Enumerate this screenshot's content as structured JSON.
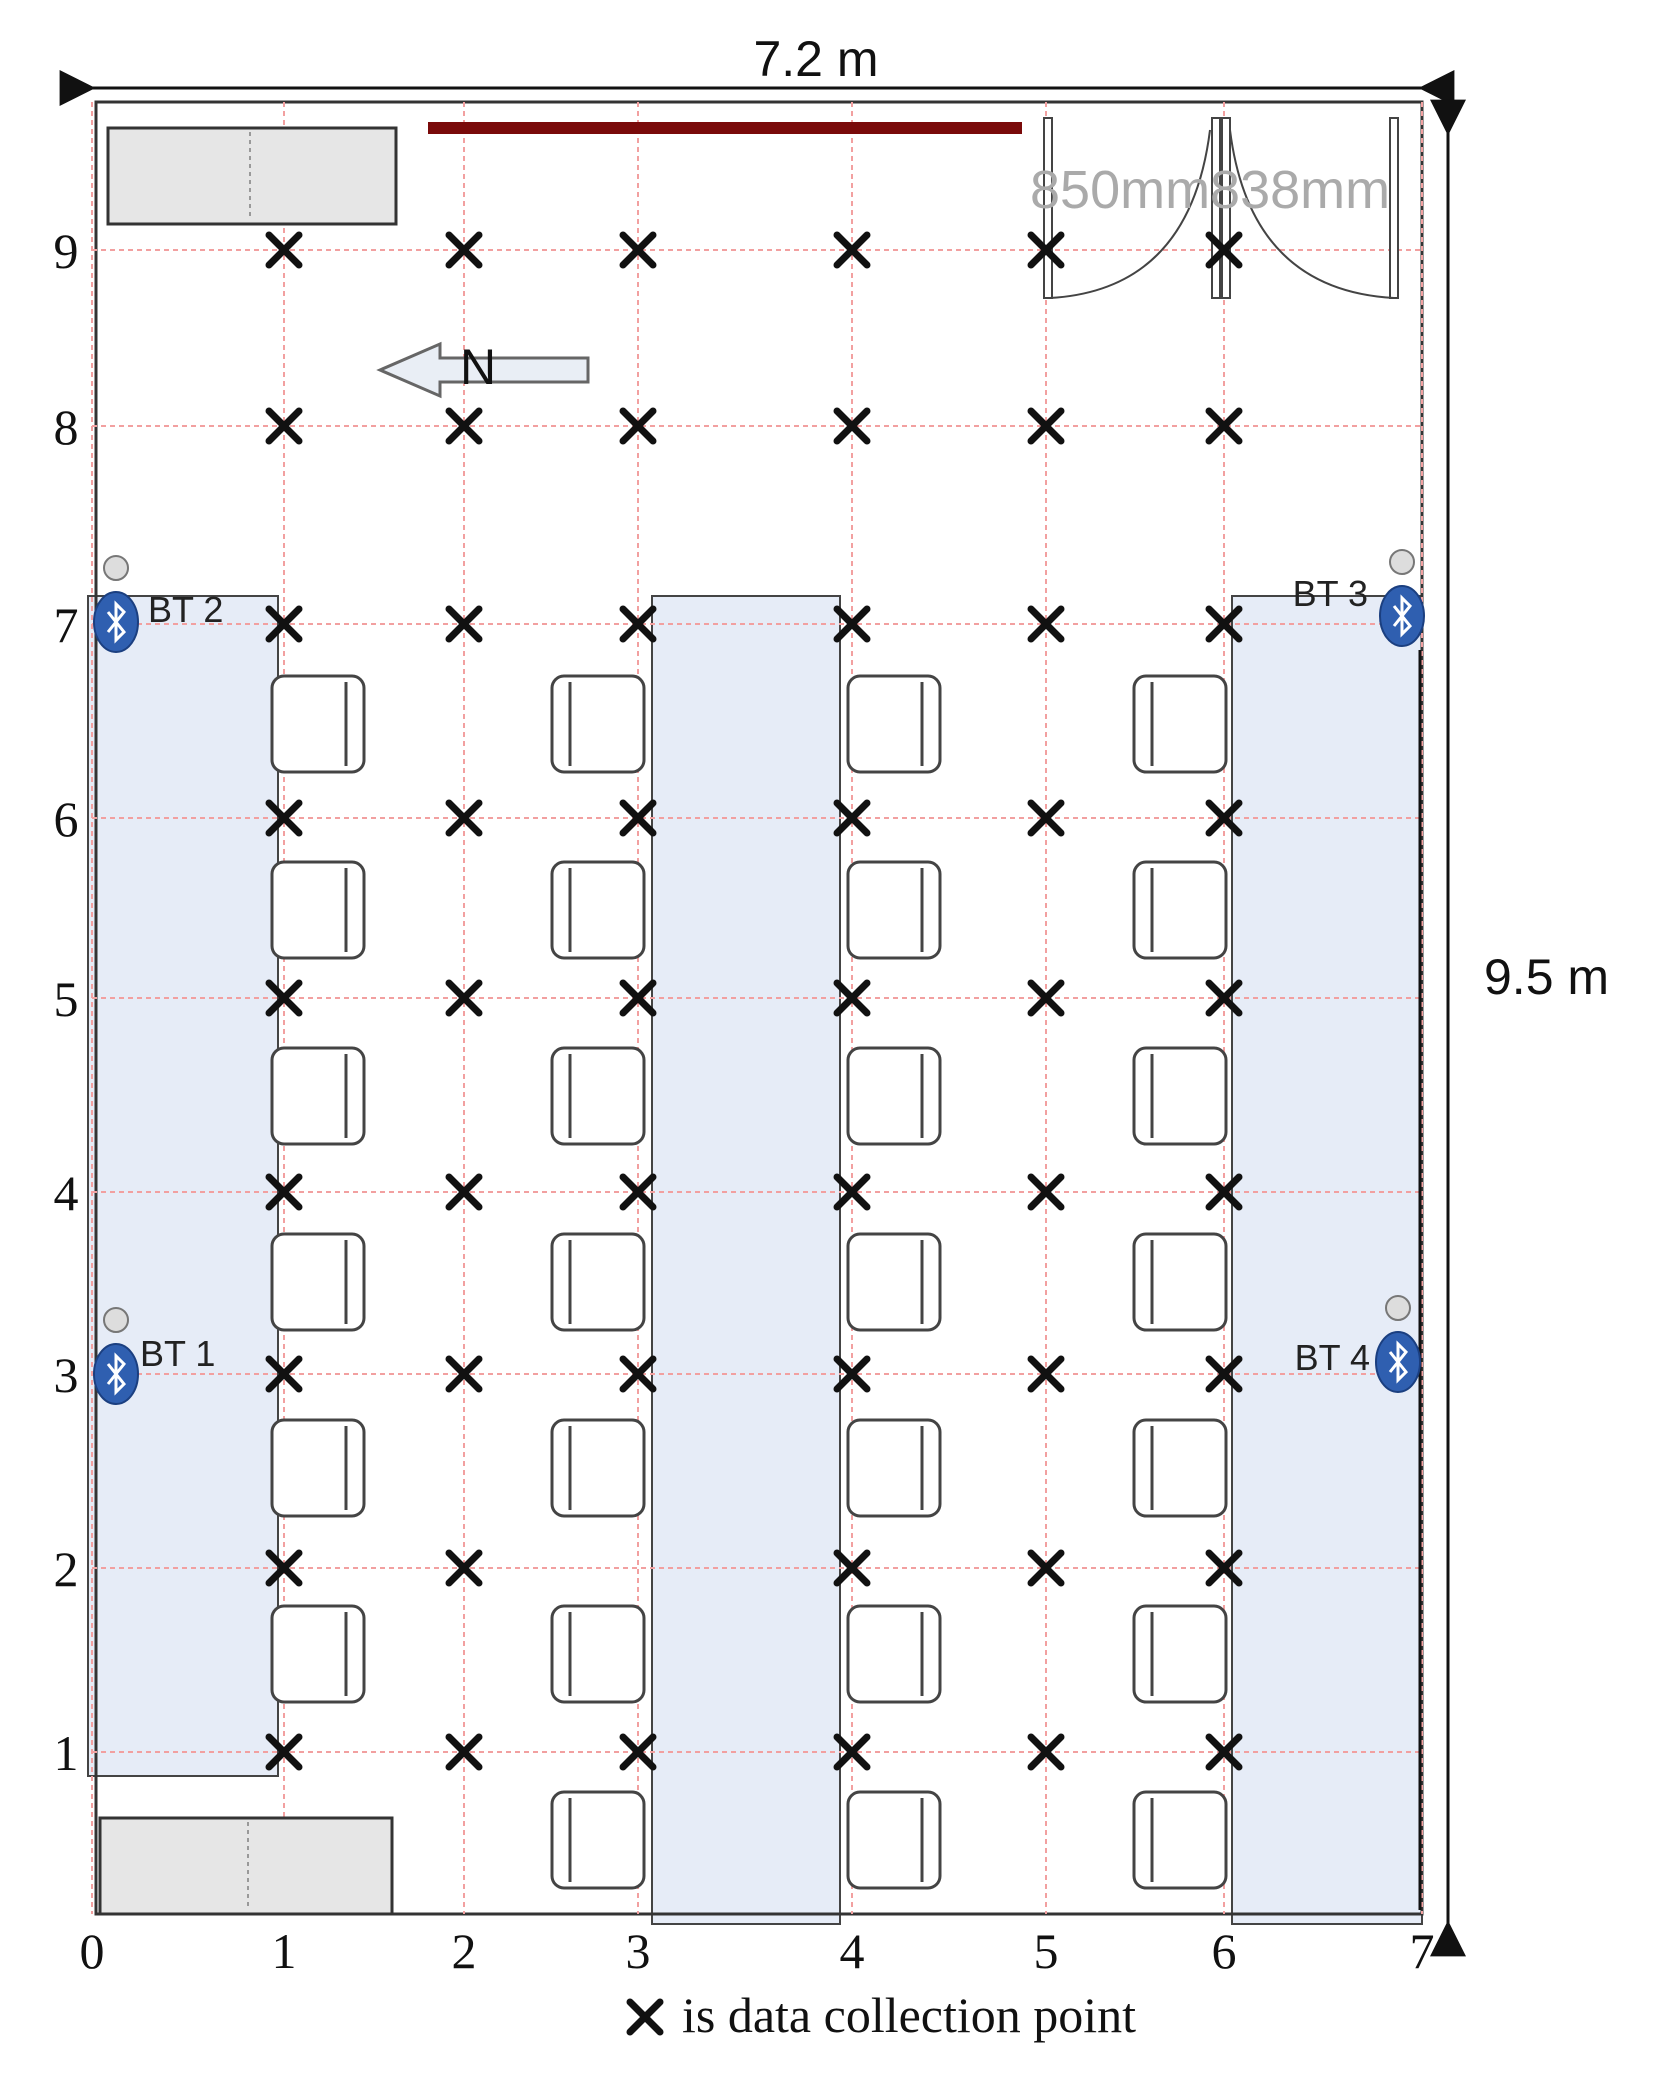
{
  "dimensions": {
    "width_label": "7.2 m",
    "height_label": "9.5 m"
  },
  "door_label": "850mm838mm",
  "compass_label": "N",
  "x_axis_labels": [
    "0",
    "1",
    "2",
    "3",
    "4",
    "5",
    "6",
    "7"
  ],
  "y_axis_labels": [
    "1",
    "2",
    "3",
    "4",
    "5",
    "6",
    "7",
    "8",
    "9"
  ],
  "beacons": [
    {
      "label": "BT  1"
    },
    {
      "label": "BT  2"
    },
    {
      "label": "BT  3"
    },
    {
      "label": "BT  4"
    }
  ],
  "legend": {
    "text": "is data collection point"
  },
  "collection_points": {
    "rows": [
      1,
      2,
      3,
      4,
      5,
      6,
      7,
      8,
      9
    ],
    "cols": [
      1,
      2,
      3,
      4,
      5,
      6
    ],
    "missing": [
      [
        3,
        2
      ]
    ]
  },
  "colors": {
    "grid": "#f2a0a0",
    "zone": "#e6ecf7",
    "cabinet": "#e6e6e6",
    "bar": "#7a0a0a",
    "beacon": "#2f5fb0",
    "marker": "#111111"
  }
}
